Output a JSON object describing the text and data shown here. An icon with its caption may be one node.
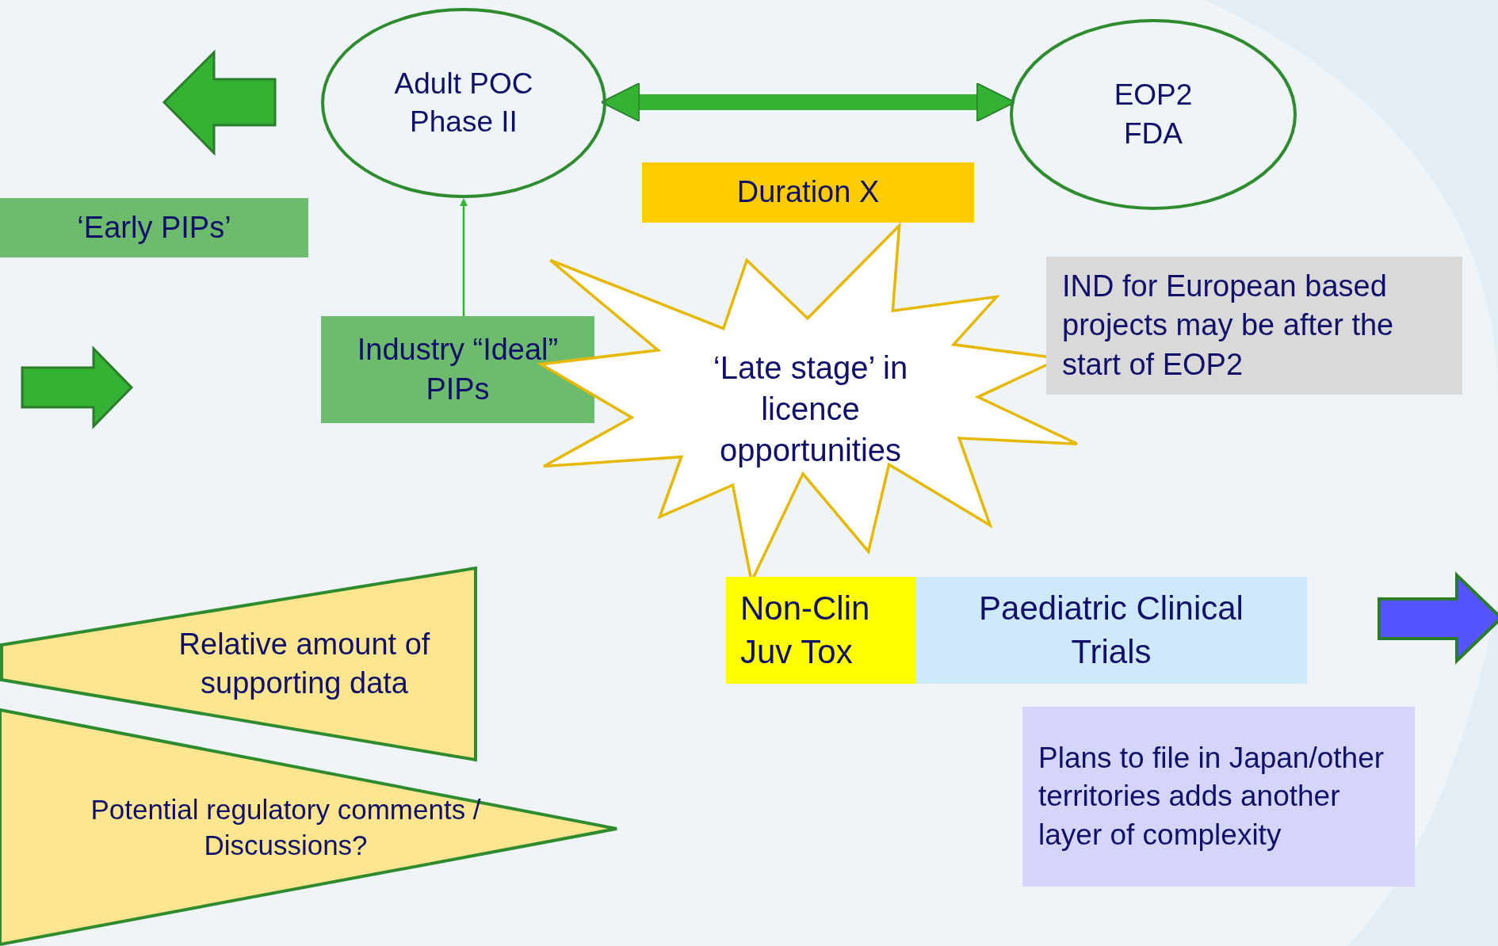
{
  "diagram": {
    "nodes": [
      {
        "text": [
          "Adult POC Phase II"
        ]
      },
      {
        "text": [
          "EOP2 FDA"
        ]
      },
      {
        "text": [
          "Duration X"
        ]
      },
      {
        "text": [
          "‘Early PIPs’"
        ]
      },
      {
        "text": [
          "Industry “Ideal” PIPs"
        ]
      },
      {
        "text": [
          "‘Late stage’ in licence opportunities"
        ]
      },
      {
        "text": [
          "IND for European based projects may be after the start of EOP2"
        ]
      },
      {
        "text": [
          "Non-Clin Juv Tox"
        ]
      },
      {
        "text": [
          "Paediatric Clinical Trials"
        ]
      },
      {
        "text": [
          "Plans to file in Japan/other territories adds another layer of complexity"
        ]
      },
      {
        "text": [
          "Relative amount of supporting data"
        ]
      },
      {
        "text": [
          "Potential regulatory comments / Discussions?"
        ]
      }
    ],
    "edges": [
      {
        "from": 0,
        "to": 1,
        "arrow": "both",
        "style": "thick"
      },
      {
        "from": 4,
        "to": 0,
        "arrow": "to"
      }
    ]
  }
}
